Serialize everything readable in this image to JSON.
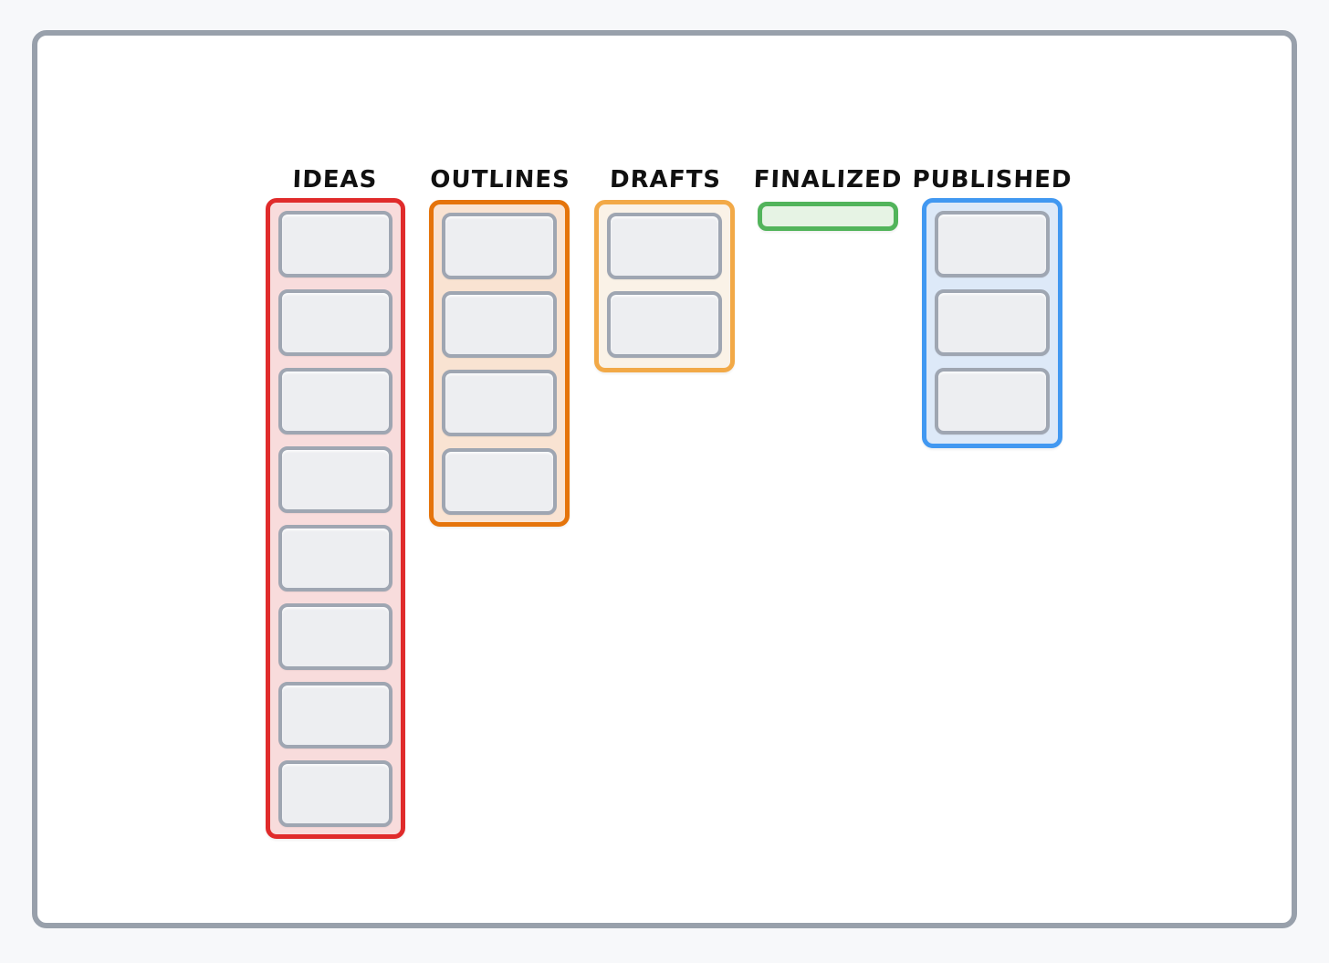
{
  "board": {
    "frame": {
      "border_color": "#98A0AB",
      "background": "#FFFFFF",
      "page_background": "#F7F8FA"
    },
    "title_color": "#111111",
    "card_style": {
      "fill_color": "#EDEEF1",
      "border_color": "#9FA6B2"
    },
    "columns": [
      {
        "id": "ideas",
        "label": "IDEAS",
        "border_color": "#E02B2B",
        "fill_color": "#F8DCDC",
        "card_count": 8
      },
      {
        "id": "outlines",
        "label": "OUTLINES",
        "border_color": "#E5740B",
        "fill_color": "#F9E3D2",
        "card_count": 4
      },
      {
        "id": "drafts",
        "label": "DRAFTS",
        "border_color": "#F2A947",
        "fill_color": "#FAF2E7",
        "card_count": 2
      },
      {
        "id": "finalized",
        "label": "FINALIZED",
        "border_color": "#52B45B",
        "fill_color": "#E6F3E4",
        "card_count": 0
      },
      {
        "id": "published",
        "label": "PUBLISHED",
        "border_color": "#4198F1",
        "fill_color": "#DDE9F8",
        "card_count": 3
      }
    ]
  }
}
